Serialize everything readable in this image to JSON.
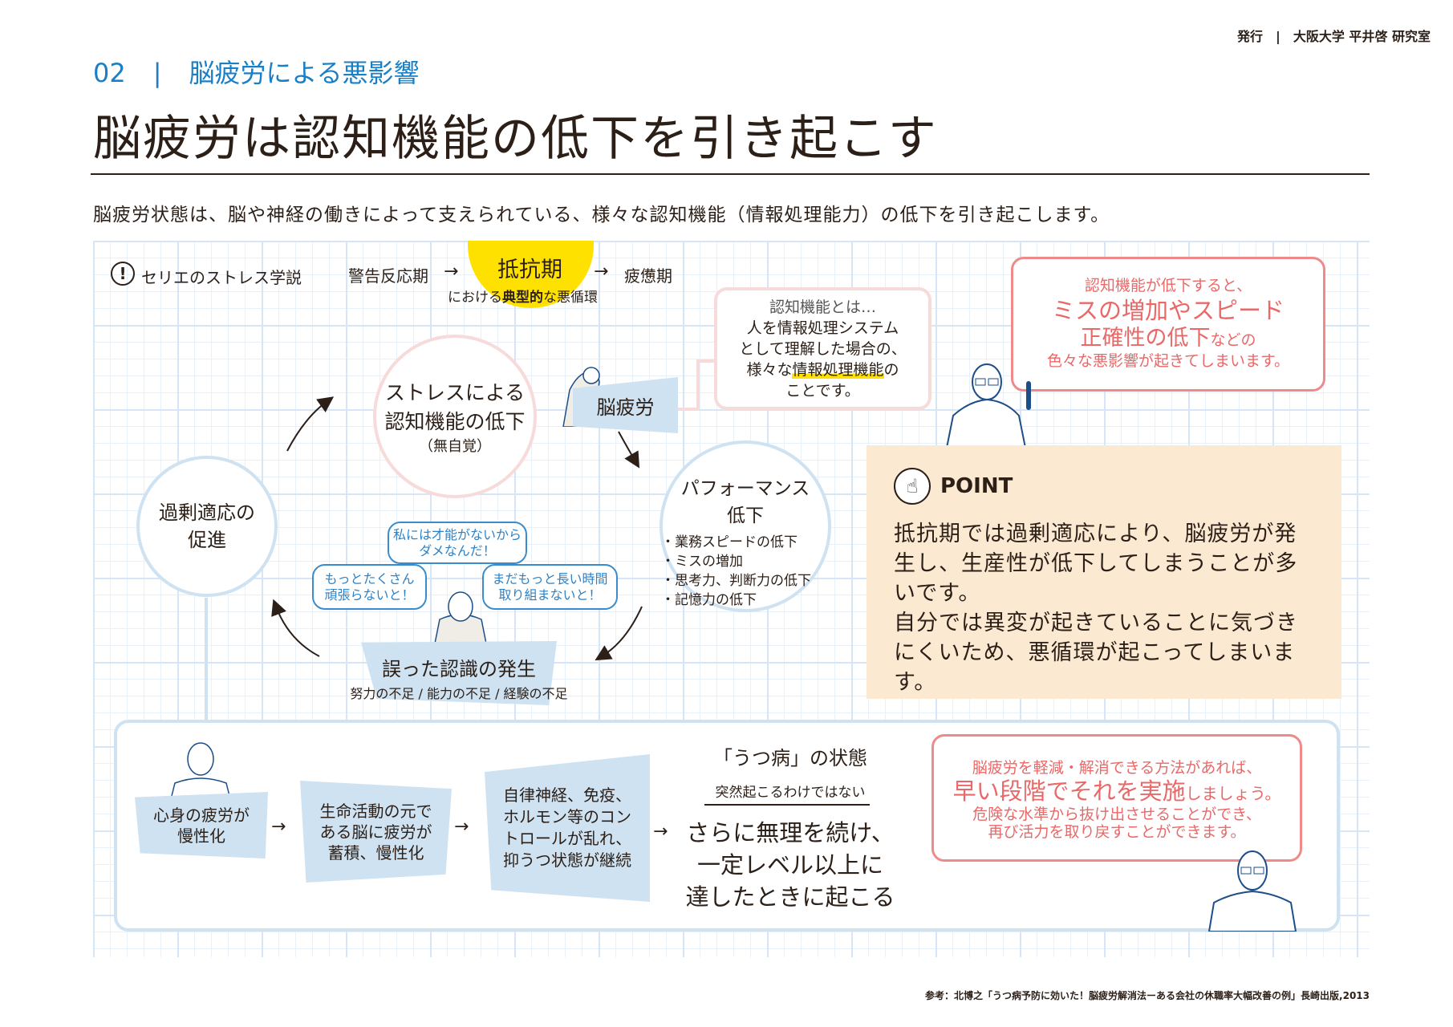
{
  "header": {
    "publisher": "発行　|　大阪大学 平井啓 研究室",
    "section_number": "02",
    "section_sep": "|",
    "section_title": "脳疲労による悪影響",
    "title": "脳疲労は認知機能の低下を引き起こす",
    "lead": "脳疲労状態は、脳や神経の働きによって支えられている、様々な認知機能（情報処理能力）の低下を引き起こします。"
  },
  "selye": {
    "label": "セリエのストレス学説",
    "stage1": "警告反応期",
    "stage2": "抵抗期",
    "stage3": "疲憊期",
    "caption_pre": "における",
    "caption_em": "典型的",
    "caption_post": "な悪循環"
  },
  "cycle": {
    "stress": {
      "line1": "ストレスによる",
      "line2": "認知機能の低下",
      "note": "（無自覚）"
    },
    "brain_fatigue": "脳疲労",
    "performance": {
      "title1": "パフォーマンス",
      "title2": "低下",
      "items": [
        "・業務スピードの低下",
        "・ミスの増加",
        "・思考力、判断力の低下",
        "・記憶力の低下"
      ]
    },
    "misperception": {
      "title": "誤った認識の発生",
      "sub": "努力の不足 / 能力の不足 / 経験の不足"
    },
    "overadapt": {
      "line1": "過剰適応の",
      "line2": "促進"
    },
    "bubbles": [
      {
        "l1": "私には才能がないから",
        "l2": "ダメなんだ！"
      },
      {
        "l1": "もっとたくさん",
        "l2": "頑張らないと！"
      },
      {
        "l1": "まだもっと長い時間",
        "l2": "取り組まないと！"
      }
    ]
  },
  "cognition": {
    "head": "認知機能とは…",
    "l1": "人を情報処理システム",
    "l2": "として理解した場合の、",
    "l3_pre": "様々な",
    "l3_em": "情報処理機能",
    "l3_post": "の",
    "l4": "ことです。"
  },
  "callout_top": {
    "l1": "認知機能が低下すると、",
    "l2": "ミスの増加やスピード",
    "l3_em": "正確性の低下",
    "l3_post": "などの",
    "l4": "色々な悪影響が起きてしまいます。"
  },
  "point": {
    "label": "POINT",
    "body": "抵抗期では過剰適応により、脳疲労が発生し、生産性が低下してしまうことが多いです。\n自分では異変が起きていることに気づきにくいため、悪循環が起こってしまいます。"
  },
  "flow": {
    "step1": "心身の疲労が\n慢性化",
    "step2": "生命活動の元で\nある脳に疲労が\n蓄積、慢性化",
    "step3": "自律神経、免疫、\nホルモン等のコン\nトロールが乱れ、\n抑うつ状態が継続",
    "depression_title": "「うつ病」の状態",
    "depression_note": "突然起こるわけではない",
    "depression_body": "さらに無理を続け、\n一定レベル以上に\n達したときに起こる"
  },
  "callout_bottom": {
    "l1": "脳疲労を軽減・解消できる方法があれば、",
    "l2_em": "早い段階でそれを実施",
    "l2_post": "しましょう。",
    "l3": "危険な水準から抜け出させることができ、",
    "l4": "再び活力を取り戻すことができます。"
  },
  "footnote": "参考：北博之「うつ病予防に効いた！脳疲労解消法ーある会社の休職率大幅改善の例」長崎出版,2013",
  "colors": {
    "blue": "#1a7fc4",
    "red": "#e96868",
    "yellow": "#ffe100",
    "point_bg": "#fbe9d2",
    "light_blue": "#cfe2f1"
  }
}
